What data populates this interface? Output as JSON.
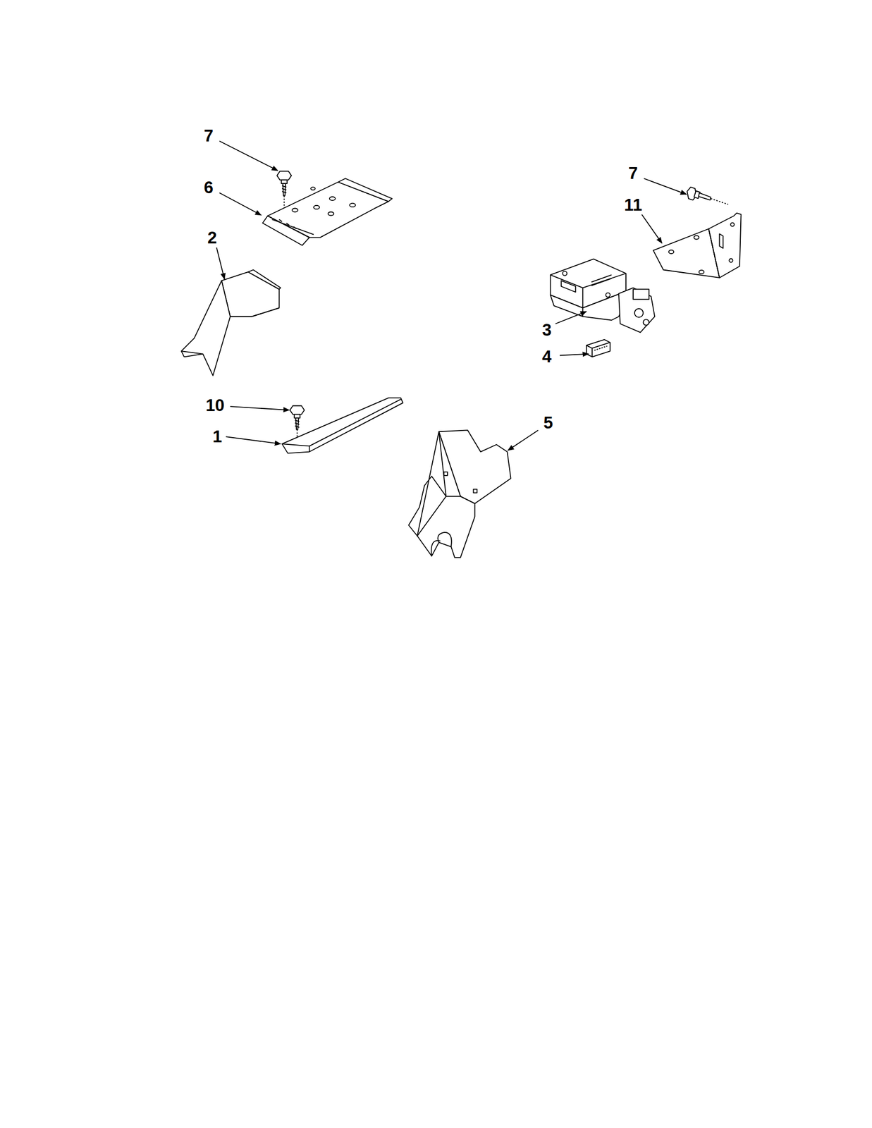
{
  "diagram": {
    "labels": [
      "7",
      "6",
      "2",
      "10",
      "1",
      "7",
      "11",
      "3",
      "4",
      "5"
    ]
  }
}
